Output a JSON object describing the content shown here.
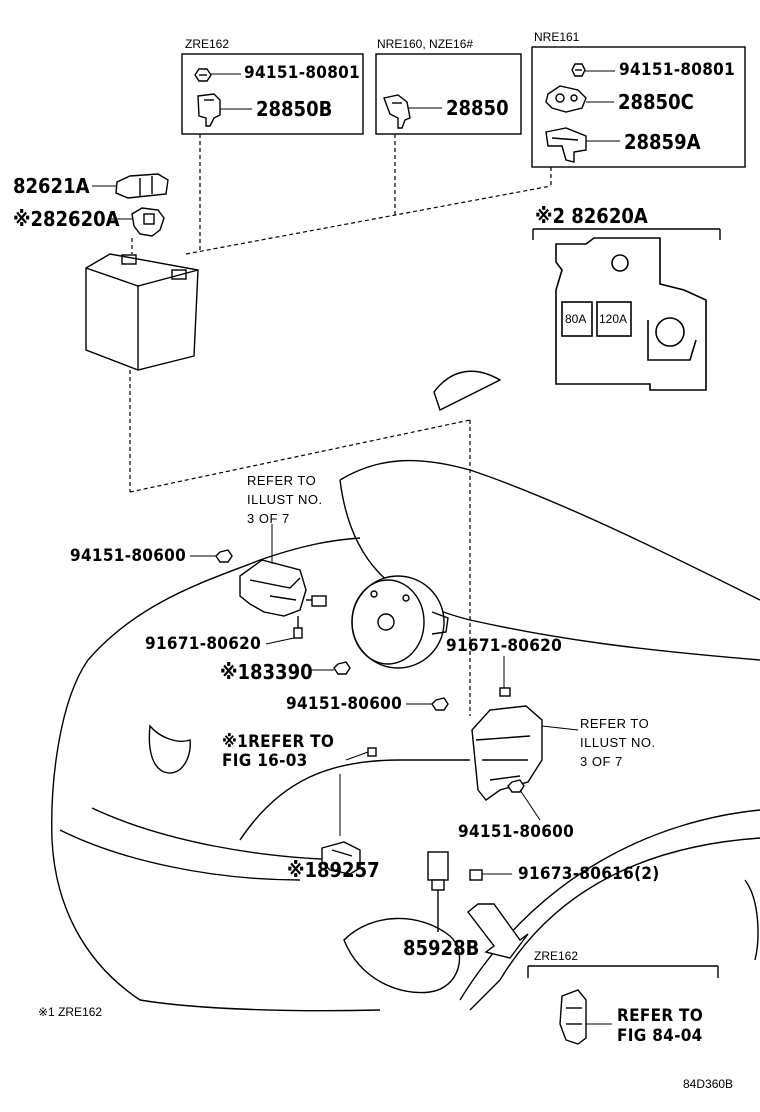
{
  "callouts": {
    "box_zre162_title": "ZRE162",
    "box_nre160_title": "NRE160, NZE16#",
    "box_nre161_title": "NRE161",
    "p_94151_80801_a": "94151-80801",
    "p_28850b": "28850B",
    "p_28850": "28850",
    "p_94151_80801_b": "94151-80801",
    "p_28850c": "28850C",
    "p_28859a": "28859A",
    "p_82621a": "82621A",
    "p_82620a": "※282620A",
    "detail_82620a": "※2 82620A",
    "fuse_80a": "80A",
    "fuse_120a": "120A",
    "refer_illust_top": "REFER TO\nILLUST NO.\n3 OF 7",
    "p_94151_80600_a": "94151-80600",
    "p_91671_80620_a": "91671-80620",
    "p_83390": "※183390",
    "p_91671_80620_b": "91671-80620",
    "p_94151_80600_b": "94151-80600",
    "refer_fig_1603": "※1REFER TO\nFIG 16-03",
    "refer_illust_right": "REFER TO\nILLUST NO.\n3 OF 7",
    "p_94151_80600_c": "94151-80600",
    "p_89257": "※189257",
    "p_91673_80616": "91673-80616(2)",
    "p_85928b": "85928B",
    "zre162_bottom": "ZRE162",
    "refer_fig_8404": "REFER TO\nFIG 84-04",
    "footnote": "※1 ZRE162",
    "diagram_id": "84D360B"
  }
}
